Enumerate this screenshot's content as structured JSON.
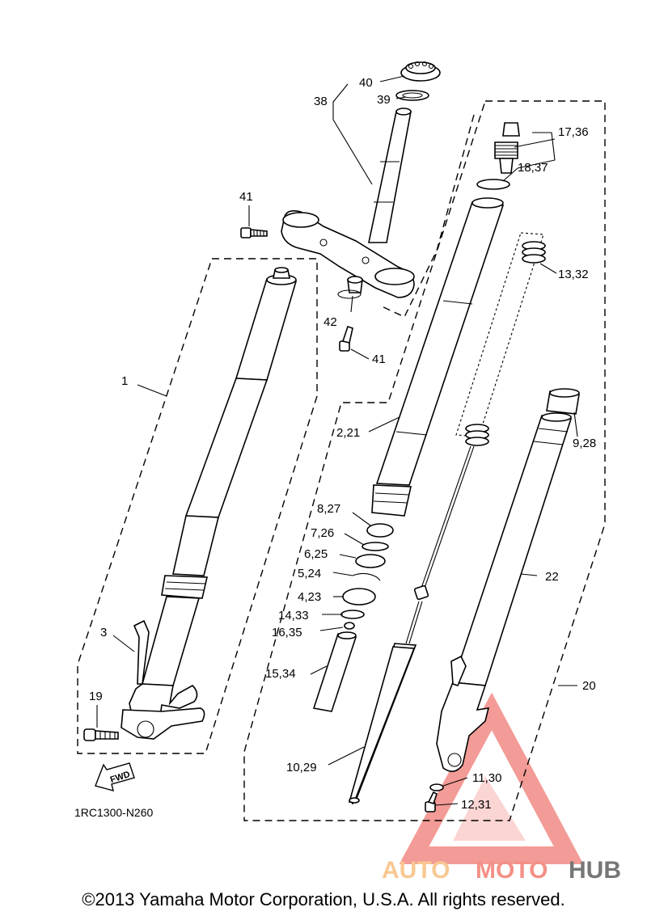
{
  "labels": {
    "p40": "40",
    "p38": "38",
    "p39": "39",
    "p17_36": "17,36",
    "p18_37": "18,37",
    "p41a": "41",
    "p41b": "41",
    "p42": "42",
    "p13_32": "13,32",
    "p1": "1",
    "p2_21": "2,21",
    "p9_28": "9,28",
    "p8_27": "8,27",
    "p7_26": "7,26",
    "p6_25": "6,25",
    "p5_24": "5,24",
    "p4_23": "4,23",
    "p22": "22",
    "p14_33": "14,33",
    "p16_35": "16,35",
    "p3": "3",
    "p15_34": "15,34",
    "p20": "20",
    "p19": "19",
    "p10_29": "10,29",
    "p11_30": "11,30",
    "p12_31": "12,31"
  },
  "fwd_label": "FWD",
  "diagram_code": "1RC1300-N260",
  "watermark": {
    "auto": "AUTO",
    "moto": "MOTO",
    "hub": "HUB"
  },
  "copyright": "©2013 Yamaha Motor Corporation, U.S.A. All rights reserved."
}
